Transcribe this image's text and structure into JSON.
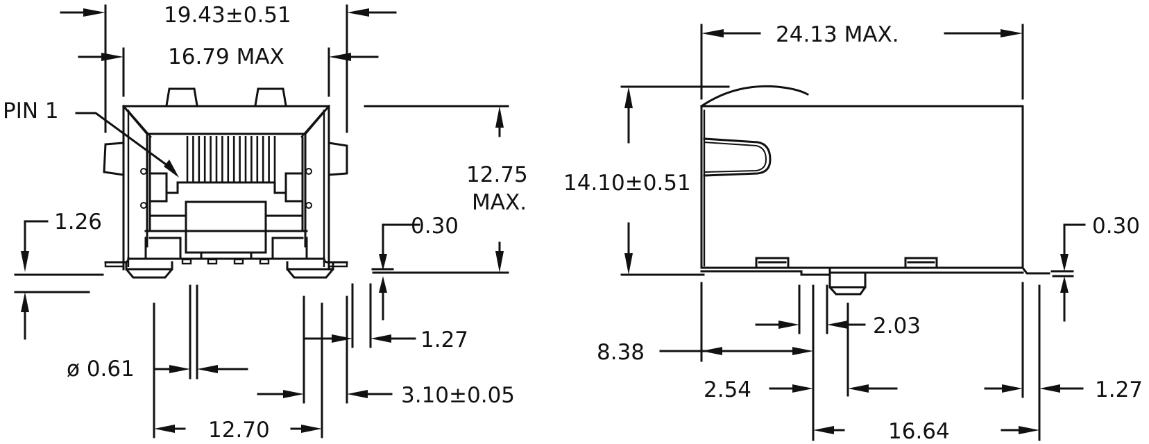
{
  "drawing": {
    "subject": "RJ45 SMT connector dimensional drawing",
    "units": "mm",
    "line_color": "#111111",
    "background": "#ffffff"
  },
  "front_view": {
    "pin1_label": "PIN 1",
    "dims": {
      "overall_width": "19.43±0.51",
      "body_width": "16.79 MAX",
      "height": "12.75",
      "height_suffix": "MAX.",
      "standoff_left": "1.26",
      "lead_thickness": "0.30",
      "pin_diameter": "ø 0.61",
      "post_offset": "1.27",
      "post_width": "3.10±0.05",
      "post_pitch": "12.70"
    }
  },
  "side_view": {
    "dims": {
      "depth": "24.13 MAX.",
      "height": "14.10±0.51",
      "lead_thickness": "0.30",
      "post_width": "2.03",
      "post_to_front": "8.38",
      "lead_offset": "2.54",
      "lead_span": "16.64",
      "rear_offset": "1.27"
    }
  }
}
